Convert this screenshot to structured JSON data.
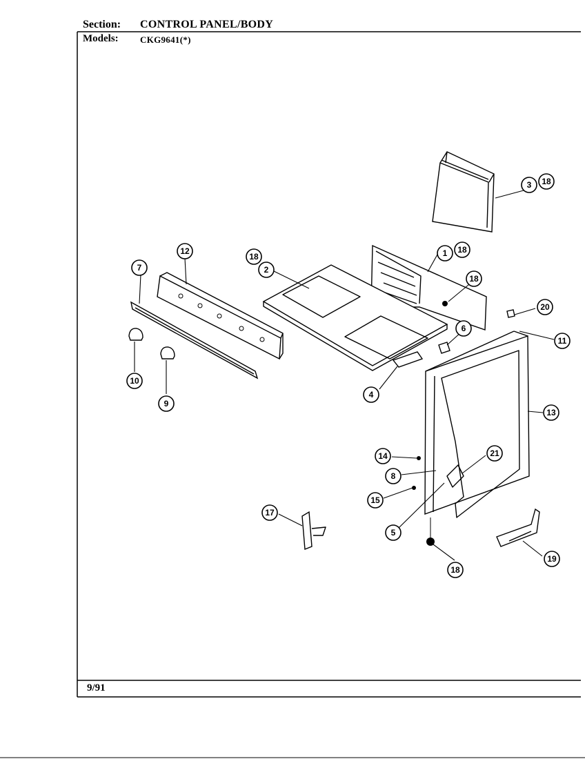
{
  "header": {
    "section_label": "Section:",
    "section_value": "CONTROL PANEL/BODY",
    "models_label": "Models:",
    "models_value": "CKG9641(*)"
  },
  "footer": {
    "date": "9/91"
  },
  "callouts": [
    {
      "id": "c1",
      "label": "1"
    },
    {
      "id": "c2",
      "label": "2"
    },
    {
      "id": "c3",
      "label": "3"
    },
    {
      "id": "c4",
      "label": "4"
    },
    {
      "id": "c5",
      "label": "5"
    },
    {
      "id": "c6",
      "label": "6"
    },
    {
      "id": "c7",
      "label": "7"
    },
    {
      "id": "c8",
      "label": "8"
    },
    {
      "id": "c9",
      "label": "9"
    },
    {
      "id": "c10",
      "label": "10"
    },
    {
      "id": "c11",
      "label": "11"
    },
    {
      "id": "c12",
      "label": "12"
    },
    {
      "id": "c13",
      "label": "13"
    },
    {
      "id": "c14",
      "label": "14"
    },
    {
      "id": "c15",
      "label": "15"
    },
    {
      "id": "c16a",
      "label": "18"
    },
    {
      "id": "c17",
      "label": "17"
    },
    {
      "id": "c18a",
      "label": "18"
    },
    {
      "id": "c18b",
      "label": "18"
    },
    {
      "id": "c18c",
      "label": "18"
    },
    {
      "id": "c18d",
      "label": "18"
    },
    {
      "id": "c19",
      "label": "19"
    },
    {
      "id": "c20",
      "label": "20"
    },
    {
      "id": "c21",
      "label": "21"
    }
  ]
}
